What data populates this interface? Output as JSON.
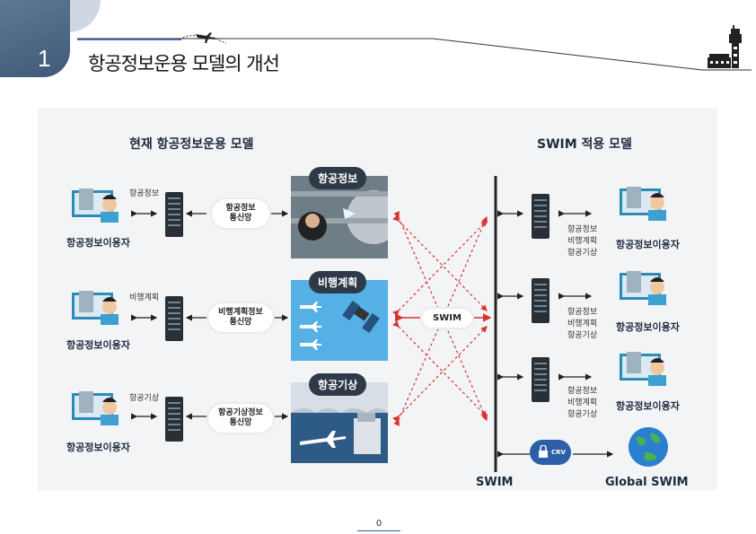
{
  "header": {
    "section_number": "1",
    "title": "항공정보운용 모델의 개선"
  },
  "figure": {
    "left_title": "현재 항공정보운용 모델",
    "right_title": "SWIM 적용 모델",
    "user_label": "항공정보이용자",
    "left_rows": [
      {
        "tag": "항공정보",
        "network": "항공정보\n통신망",
        "category": "항공정보"
      },
      {
        "tag": "비행계획",
        "network": "비행계획정보\n통신망",
        "category": "비행계획"
      },
      {
        "tag": "항공기상",
        "network": "항공기상정보\n통신망",
        "category": "항공기상"
      }
    ],
    "center_cloud": "SWIM",
    "right_rows_labels": [
      "항공정보",
      "비행계획",
      "항공기상"
    ],
    "bottom_swim": "SWIM",
    "bottom_global": "Global SWIM",
    "crv_label": "CRV"
  },
  "footer": {
    "page_number": "0"
  },
  "colors": {
    "badge": "#4d6885",
    "accent_blue": "#2b5aa8",
    "arrow_red": "#d9332f"
  }
}
